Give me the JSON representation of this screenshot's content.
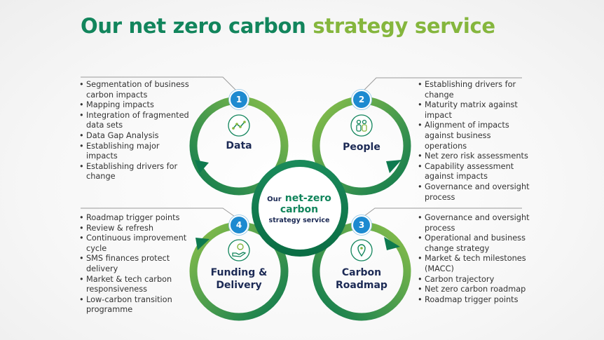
{
  "title": {
    "part1": "Our net zero carbon",
    "part2": "strategy service"
  },
  "center": {
    "line1": "Our",
    "line2": "net-zero",
    "line3": "carbon",
    "line4": "strategy service"
  },
  "colors": {
    "dark_green": "#12855c",
    "light_green": "#85b63d",
    "badge_blue": "#1d8ad0",
    "label_navy": "#1c2a55"
  },
  "segments": [
    {
      "number": "1",
      "label": "Data",
      "icon": "line-chart-icon",
      "items": [
        "Segmentation of business carbon impacts",
        "Mapping impacts",
        "Integration of fragmented data sets",
        "Data Gap Analysis",
        "Establishing major impacts",
        "Establishing drivers for change"
      ]
    },
    {
      "number": "2",
      "label": "People",
      "icon": "people-icon",
      "items": [
        "Establishing drivers for change",
        "Maturity matrix against impact",
        "Alignment of impacts against business operations",
        "Net zero risk assessments",
        "Capability assessment against impacts",
        "Governance and oversight process"
      ]
    },
    {
      "number": "3",
      "label": "Carbon Roadmap",
      "icon": "map-pin-icon",
      "items": [
        "Governance and oversight process",
        "Operational and business change strategy",
        "Market & tech milestones (MACC)",
        "Carbon trajectory",
        "Net zero carbon roadmap",
        "Roadmap trigger points"
      ]
    },
    {
      "number": "4",
      "label": "Funding & Delivery",
      "icon": "hand-coin-icon",
      "items": [
        "Roadmap trigger points",
        "Review & refresh",
        "Continuous improvement cycle",
        "SMS finances protect delivery",
        "Market & tech carbon responsiveness",
        "Low-carbon transition programme"
      ]
    }
  ]
}
